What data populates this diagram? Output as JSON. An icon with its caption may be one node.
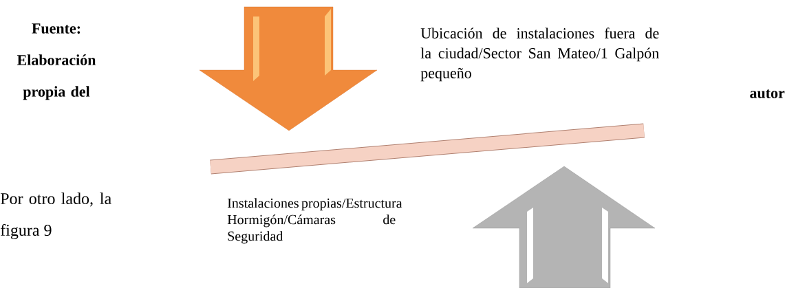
{
  "diagram": {
    "labels": [
      "Fuente: Elaboración propia del",
      "Ubicación de instalaciones fuera de la ciudad/Sector San Mateo/1 Galpón pequeño",
      "autor",
      "Instalaciones propias/Estructura Hormigón/Cámaras de Seguridad",
      "Por otro lado, la figura 9"
    ]
  }
}
